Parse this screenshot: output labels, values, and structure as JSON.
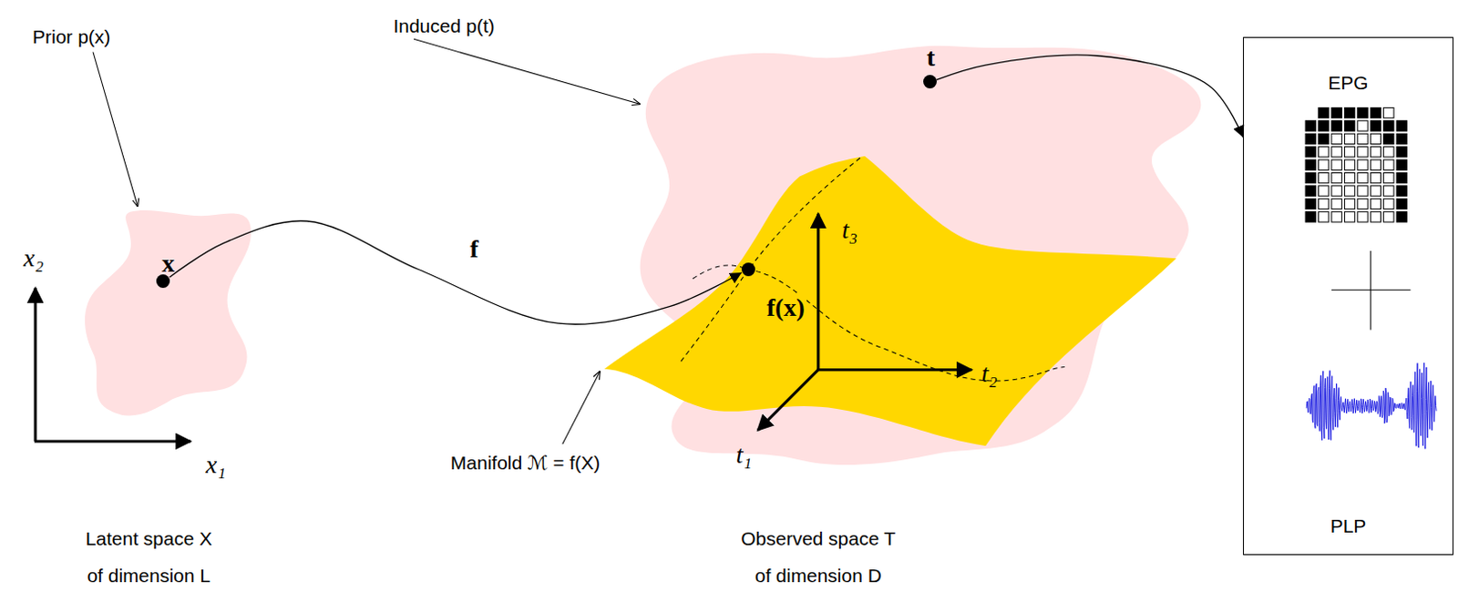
{
  "diagram": {
    "nodes": [
      {
        "text": [
          "x"
        ]
      },
      {
        "text": [
          "f(x)"
        ]
      },
      {
        "text": [
          "t"
        ]
      },
      {
        "text": [
          "EPG",
          "PLP"
        ]
      }
    ],
    "edges": [
      {
        "from": 0,
        "to": 1,
        "label": "f",
        "arrow": "to"
      },
      {
        "from": 2,
        "to": 3,
        "arrow": "to"
      }
    ],
    "labels": [
      "Prior p(x)",
      "Induced p(t)",
      "x₂",
      "x₁",
      "t₃",
      "t₂",
      "t₁",
      "Manifold ℳ = f(X)",
      "Latent space X of dimension L",
      "Observed space T of dimension D"
    ]
  }
}
